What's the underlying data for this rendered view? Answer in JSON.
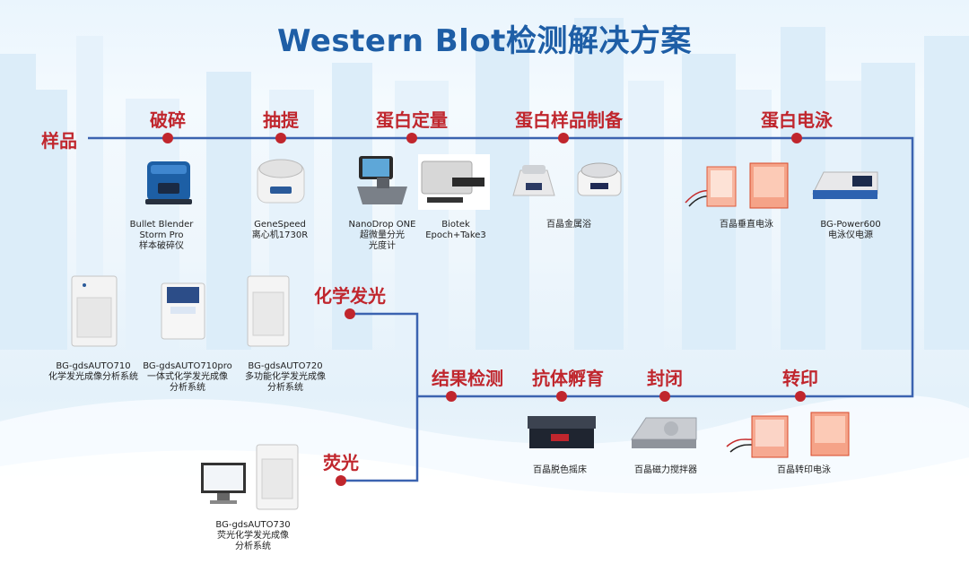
{
  "title": "Western Blot检测解决方案",
  "flow_top": {
    "start": "样品",
    "steps": [
      "破碎",
      "抽提",
      "蛋白定量",
      "蛋白样品制备",
      "蛋白电泳"
    ]
  },
  "flow_bottom": {
    "steps": [
      "结果检测",
      "抗体孵育",
      "封闭",
      "转印"
    ]
  },
  "branches": {
    "chemi": "化学发光",
    "fluor": "荧光"
  },
  "products": {
    "bullet_blender": [
      "Bullet Blender",
      "Storm Pro",
      "样本破碎仪"
    ],
    "genespeed": [
      "GeneSpeed",
      "离心机1730R"
    ],
    "nanodrop": [
      "NanoDrop ONE",
      "超微量分光",
      "光度计"
    ],
    "biotek": [
      "Biotek",
      "Epoch+Take3"
    ],
    "metal_bath": [
      "百晶金属浴"
    ],
    "vertical_electro": [
      "百晶垂直电泳"
    ],
    "power600": [
      "BG-Power600",
      "电泳仪电源"
    ],
    "gds710": [
      "BG-gdsAUTO710",
      "化学发光成像分析系统"
    ],
    "gds710pro": [
      "BG-gdsAUTO710pro",
      "一体式化学发光成像",
      "分析系统"
    ],
    "gds720": [
      "BG-gdsAUTO720",
      "多功能化学发光成像",
      "分析系统"
    ],
    "gds730": [
      "BG-gdsAUTO730",
      "荧光化学发光成像",
      "分析系统"
    ],
    "shaker": [
      "百晶脱色摇床"
    ],
    "stirrer": [
      "百晶磁力搅拌器"
    ],
    "transfer": [
      "百晶转印电泳"
    ]
  },
  "colors": {
    "title": "#1e5ea6",
    "label": "#c0262d",
    "line": "#3b63b0",
    "node": "#c0262d"
  }
}
